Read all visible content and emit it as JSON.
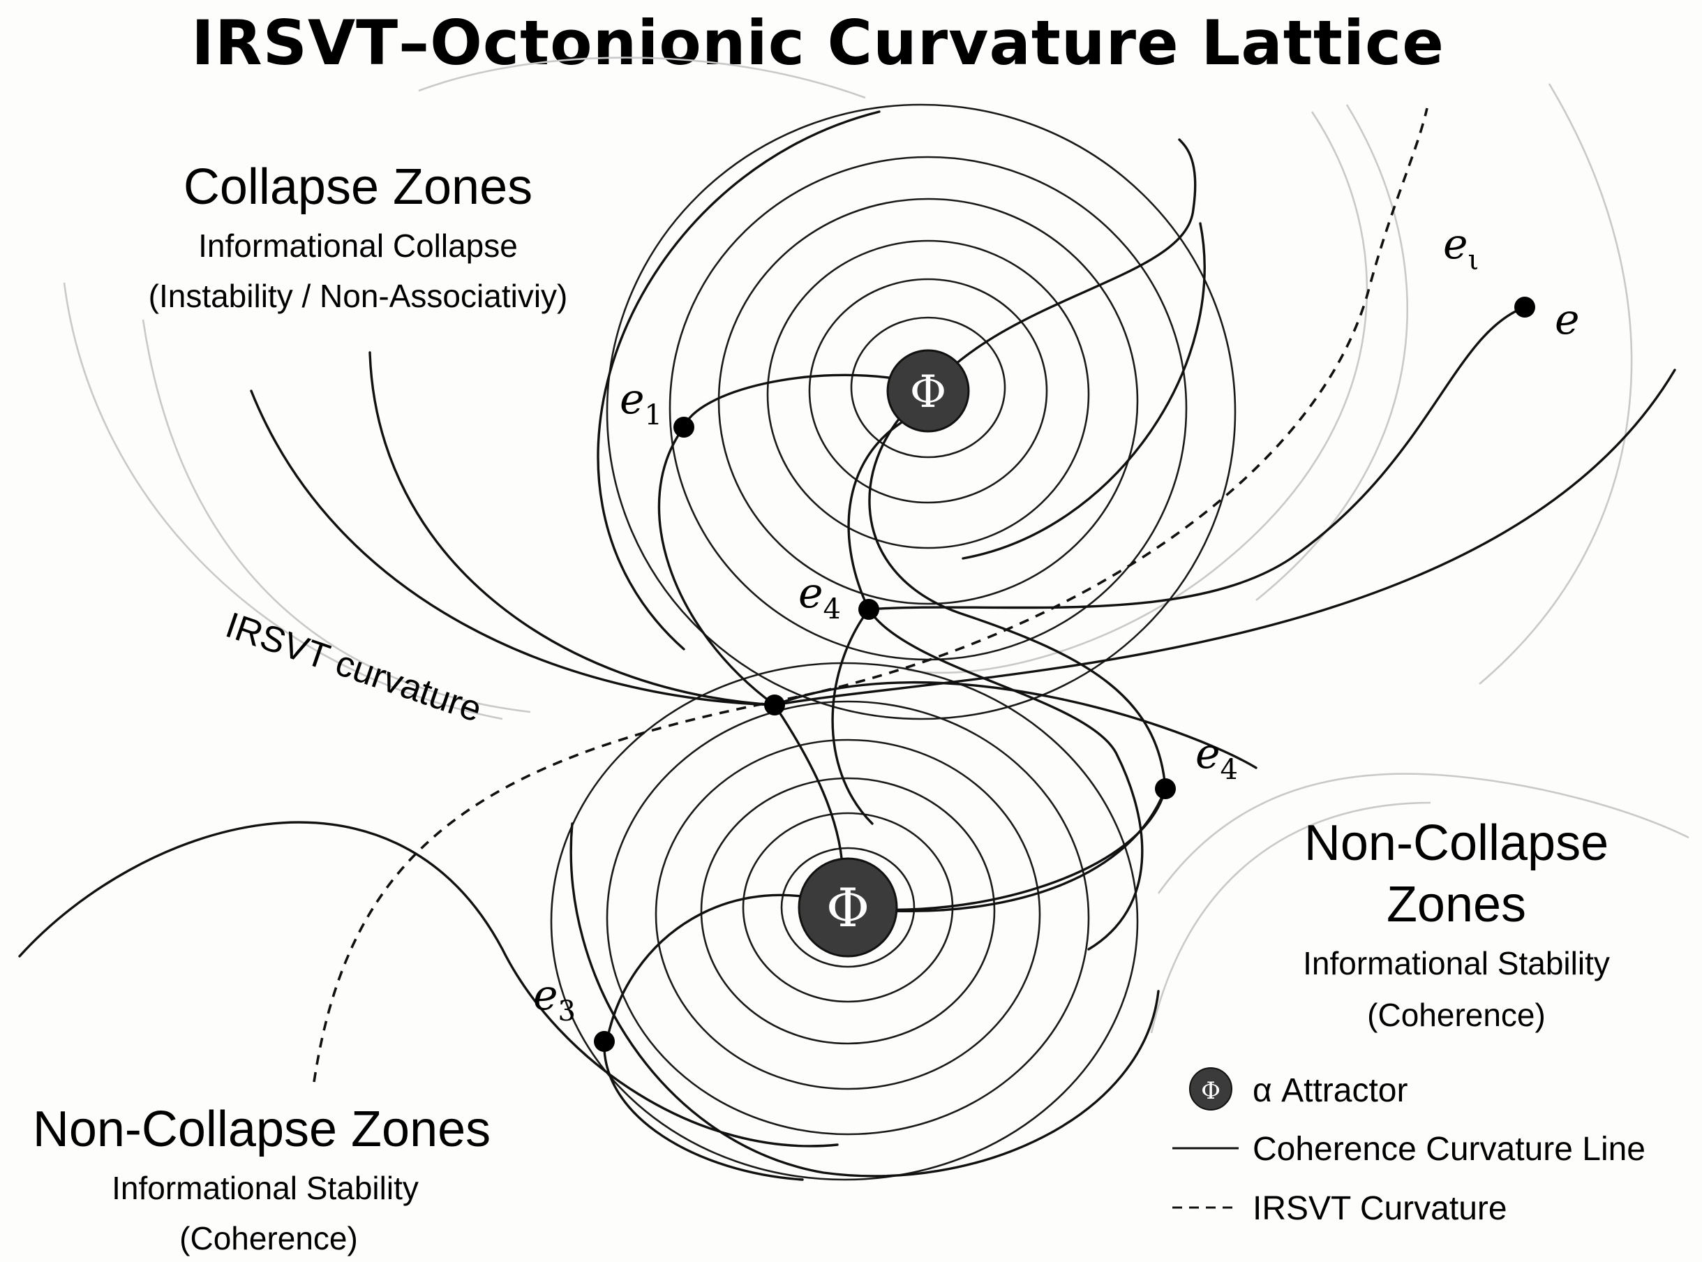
{
  "title": "IRSVT–Octonionic Curvature Lattice",
  "zones": {
    "collapse": {
      "title": "Collapse Zones",
      "subtitle": "Informational Collapse",
      "detail": "(Instability / Non-Associativiy)"
    },
    "non_collapse_right": {
      "title_line1": "Non-Collapse",
      "title_line2": "Zones",
      "subtitle": "Informational Stability",
      "detail": "(Coherence)"
    },
    "non_collapse_left": {
      "title": "Non-Collapse Zones",
      "subtitle": "Informational Stability",
      "detail": "(Coherence)"
    }
  },
  "curvature_label": "IRSVT curvature",
  "attractor_symbol": "Φ",
  "nodes": {
    "e1": {
      "base": "e",
      "sub": "1"
    },
    "e4_upper": {
      "base": "e",
      "sub": "4"
    },
    "e4_right": {
      "base": "e",
      "sub": "4"
    },
    "e3": {
      "base": "e",
      "sub": "3"
    },
    "e_iota": {
      "base": "e",
      "sub": "ι"
    },
    "e": {
      "base": "e",
      "sub": ""
    }
  },
  "legend": {
    "attractor": "α Attractor",
    "coherence": "Coherence Curvature Line",
    "irsvt": "IRSVT Curvature"
  },
  "colors": {
    "background": "#fdfdfb",
    "ink": "#111111",
    "attractor_fill": "#3b3b3b",
    "faint_line": "#c9c9c9"
  }
}
